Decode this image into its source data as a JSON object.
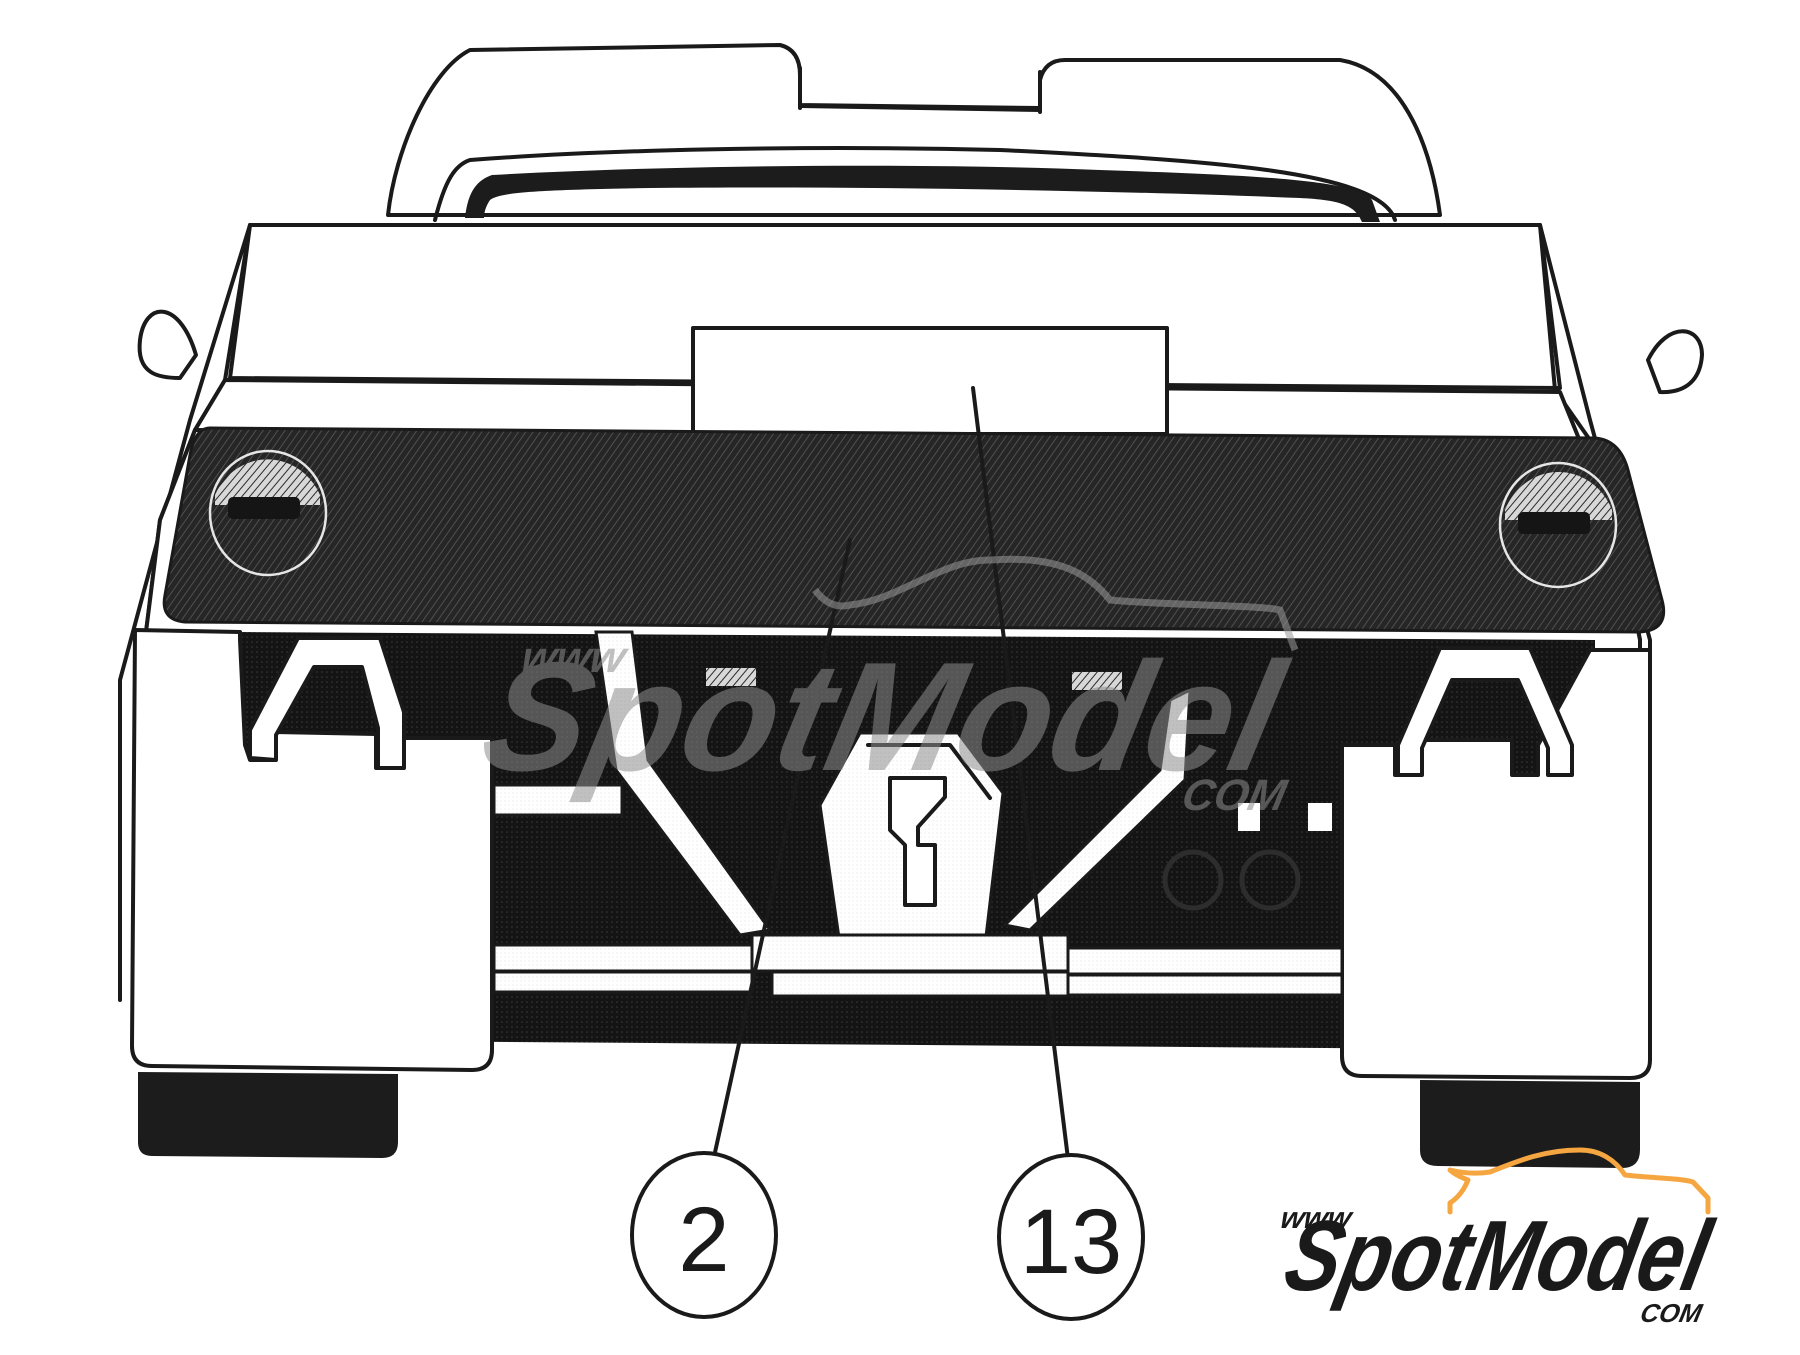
{
  "diagram": {
    "subject": "Rear view of rally car — decal placement guide",
    "callouts": [
      {
        "id": "callout-2",
        "label": "2",
        "target": "rear-panel-carbon-strip"
      },
      {
        "id": "callout-13",
        "label": "13",
        "target": "rear-license-plate"
      }
    ]
  },
  "watermark": {
    "prefix": "www",
    "brand": "SpotModel",
    "suffix": "COM"
  },
  "logo": {
    "prefix": "www",
    "brand": "SpotModel",
    "suffix": "COM",
    "accent_color": "#f5a640",
    "text_color": "#1a1a1a"
  },
  "colors": {
    "ink": "#1a1a1a",
    "paper": "#ffffff",
    "panel": "#2e2e2e",
    "watermark": "#8c8c8c"
  }
}
